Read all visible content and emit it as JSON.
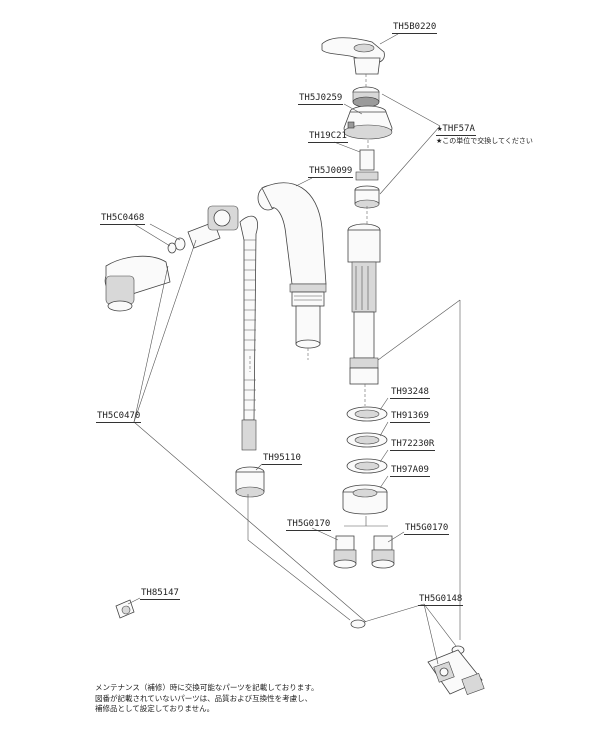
{
  "parts": {
    "p1": "TH5B0220",
    "p2": "TH5J0259",
    "p3": "TH19C21",
    "p4": "TH5J0099",
    "p5": "TH5C0468",
    "p6": "TH5C0470",
    "p7": "TH93248",
    "p8": "TH91369",
    "p9": "TH72230R",
    "p10": "TH97A09",
    "p11": "TH95110",
    "p12": "TH5G0170",
    "p13": "TH5G0170",
    "p14": "TH85147",
    "p15": "TH5G0148",
    "p16": "★THF57A"
  },
  "star_note": "★この単位で交換してください",
  "footnote": {
    "line1": "メンテナンス（補修）時に交換可能なパーツを記載しております。",
    "line2": "図番が記載されていないパーツは、品質および互換性を考慮し、",
    "line3": "補修品として設定しておりません。"
  }
}
